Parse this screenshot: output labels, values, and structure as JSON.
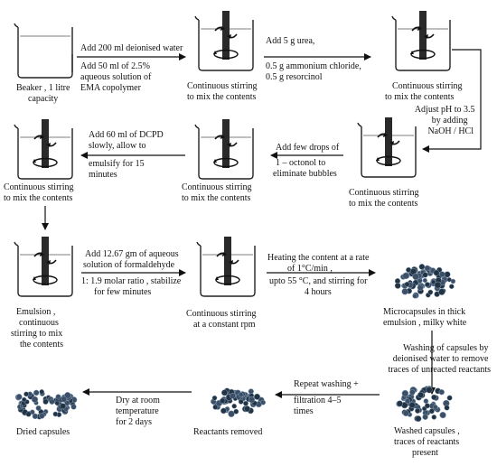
{
  "steps": {
    "beaker": {
      "caption": [
        "Beaker , 1 litre",
        "capacity"
      ]
    },
    "stir1": {
      "caption": [
        "Continuous stirring",
        "to mix the contents"
      ]
    },
    "stir2": {
      "caption": [
        "Continuous stirring",
        "to mix the contents"
      ]
    },
    "stir3": {
      "caption": [
        "Continuous stirring",
        "to mix the contents"
      ]
    },
    "stir4": {
      "caption": [
        "Continuous stirring",
        "to mix the contents"
      ]
    },
    "stir5": {
      "caption": [
        "Continuous stirring",
        "to mix the contents"
      ]
    },
    "emulsion": {
      "caption": [
        "Emulsion ,",
        "continuous",
        "stirring to mix",
        "the contents"
      ]
    },
    "stir_rpm": {
      "caption": [
        "Continuous stirring",
        "at a constant rpm"
      ]
    },
    "microcapsules": {
      "caption": [
        "Microcapsules in thick",
        "emulsion , milky white"
      ]
    },
    "washed": {
      "caption": [
        "Washed capsules ,",
        "traces of reactants",
        "present"
      ]
    },
    "removed": {
      "caption": [
        "Reactants removed"
      ]
    },
    "dried": {
      "caption": [
        "Dried capsules"
      ]
    }
  },
  "arrows": {
    "a1": {
      "above": [
        "Add 200 ml deionised water"
      ],
      "below": [
        "Add 50 ml of 2.5%",
        "aqueous solution of",
        "EMA copolymer"
      ]
    },
    "a2": {
      "above": [
        "Add 5 g urea,",
        "0.5 g ammonium chloride,",
        "0.5 g resorcinol"
      ]
    },
    "a3": {
      "text": [
        "Adjust pH to 3.5",
        "by adding",
        "NaOH / HCl"
      ]
    },
    "a4": {
      "above": [
        "Add few drops of",
        "1 – octonol to",
        "eliminate bubbles"
      ]
    },
    "a5": {
      "above": [
        "Add 60 ml of DCPD",
        "slowly, allow to",
        "emulsify for 15",
        "minutes"
      ]
    },
    "a6": {
      "above": [
        "Add 12.67 gm of aqueous",
        "solution of formaldehyde",
        "1: 1.9 molar ratio , stabilize",
        "for few minutes"
      ]
    },
    "a7": {
      "above": [
        "Heating the content at a rate",
        "of 1°C/min ,",
        "upto 55 °C,  and stirring for",
        "4 hours"
      ]
    },
    "a8": {
      "text": [
        "Washing of capsules by",
        "deionised water to remove",
        "traces of unreacted reactants"
      ]
    },
    "a9": {
      "above": [
        "Repeat washing +",
        "filtration  4–5",
        "times"
      ]
    },
    "a10": {
      "above": [
        "Dry at room",
        "temperature",
        "for 2 days"
      ]
    }
  }
}
